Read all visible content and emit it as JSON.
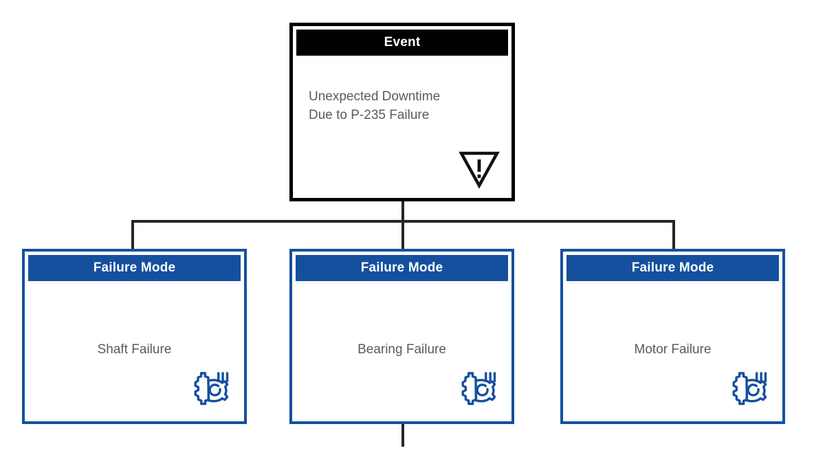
{
  "diagram": {
    "type": "fault-tree",
    "background_color": "#FFFFFF",
    "accent_color": "#14509E",
    "event_color": "#000000",
    "body_text_color": "#5A5A5A",
    "connector_color": "#262626"
  },
  "root": {
    "header_label": "Event",
    "text_line1": "Unexpected Downtime",
    "text_line2": "Due to P-235 Failure",
    "icon": "warning-triangle-icon"
  },
  "children": [
    {
      "header_label": "Failure Mode",
      "text": "Shaft Failure",
      "icon": "gear-monitoring-icon"
    },
    {
      "header_label": "Failure Mode",
      "text": "Bearing Failure",
      "icon": "gear-monitoring-icon"
    },
    {
      "header_label": "Failure Mode",
      "text": "Motor Failure",
      "icon": "gear-monitoring-icon"
    }
  ]
}
